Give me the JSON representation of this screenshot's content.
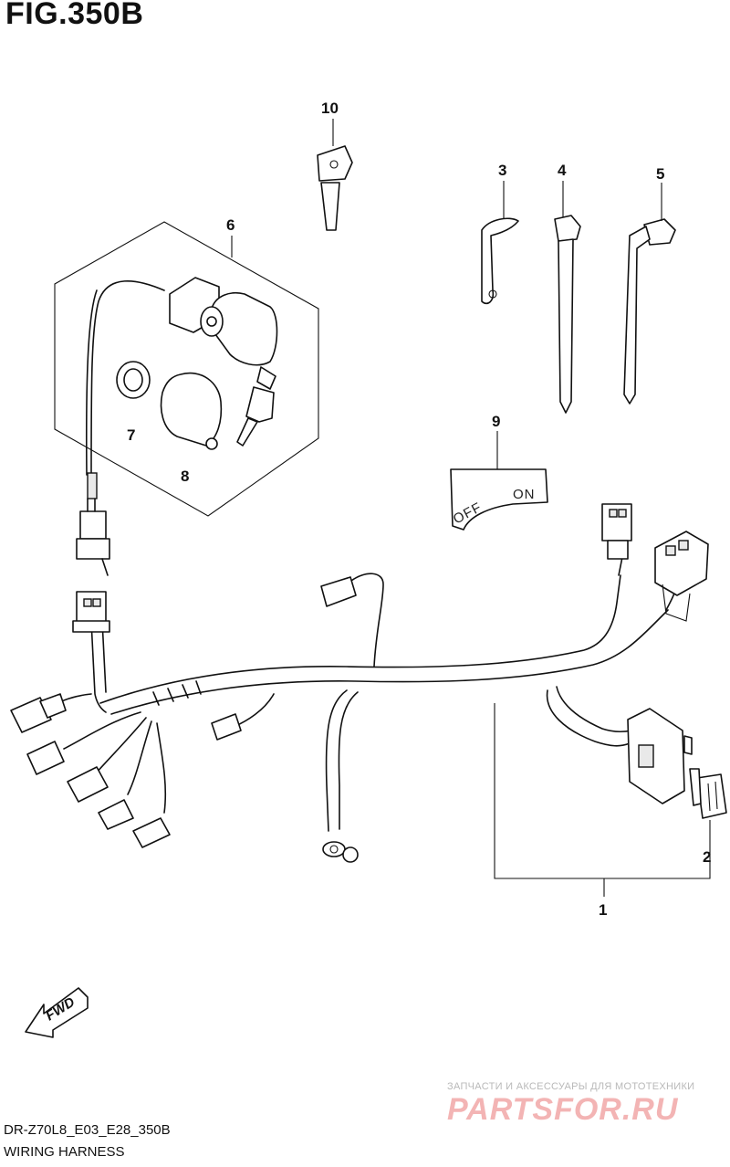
{
  "figure": {
    "title": "FIG.350B",
    "model_code": "DR-Z70L8_E03_E28_350B",
    "name": "WIRING HARNESS"
  },
  "callouts": [
    {
      "number": "1",
      "part": "wiring-harness"
    },
    {
      "number": "2",
      "part": "fuse"
    },
    {
      "number": "3",
      "part": "clamp"
    },
    {
      "number": "4",
      "part": "cable-tie"
    },
    {
      "number": "5",
      "part": "cable-tie-long"
    },
    {
      "number": "6",
      "part": "ignition-switch-assembly"
    },
    {
      "number": "7",
      "part": "nut-ring"
    },
    {
      "number": "8",
      "part": "switch-cover"
    },
    {
      "number": "9",
      "part": "switch-plate"
    },
    {
      "number": "10",
      "part": "key"
    }
  ],
  "switch_plate": {
    "off_label": "OFF",
    "on_label": "ON"
  },
  "direction_marker": {
    "label": "FWD"
  },
  "watermark": {
    "tagline": "ЗАПЧАСТИ И АКСЕССУАРЫ ДЛЯ МОТОТЕХНИКИ",
    "brand": "PARTSFOR.RU"
  },
  "colors": {
    "line": "#111111",
    "watermark_brand": "#f3b4b4",
    "watermark_text": "#b9b9b9"
  }
}
